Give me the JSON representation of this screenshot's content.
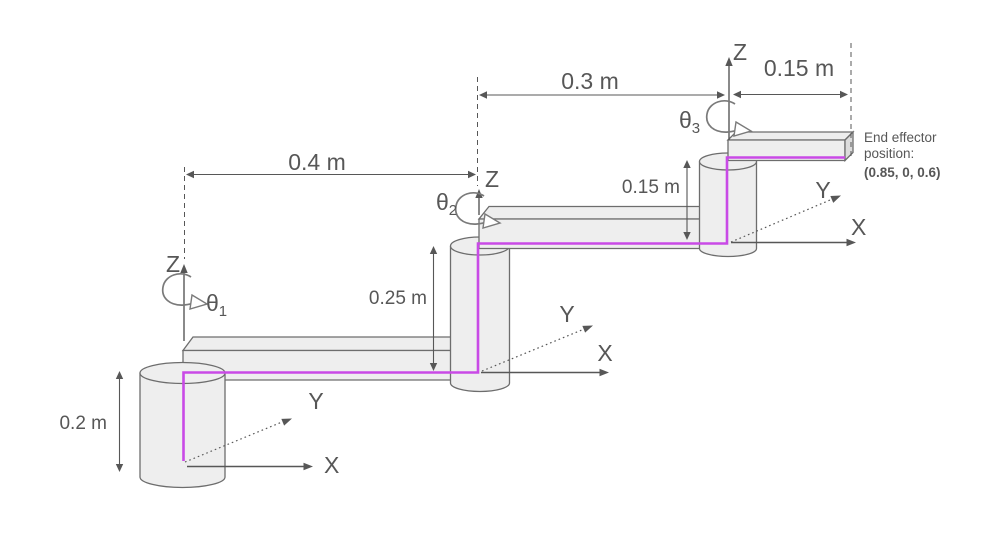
{
  "diagram": {
    "type": "3-dof-robot-arm-kinematic-diagram",
    "colors": {
      "background": "#ffffff",
      "shape_fill": "#eeeeee",
      "shape_side_fill": "#dcdcdc",
      "outline": "#6d6d6d",
      "line_and_text": "#575757",
      "kinematic_trace": "#c94ae6"
    },
    "dimensions": {
      "link1_length": "0.4 m",
      "link2_length": "0.3 m",
      "link3_length": "0.15 m",
      "base_height": "0.2 m",
      "link2_vertical_offset": "0.25 m",
      "link3_vertical_offset": "0.15 m"
    },
    "joints": {
      "joint1": {
        "symbol": "θ",
        "index": "1"
      },
      "joint2": {
        "symbol": "θ",
        "index": "2"
      },
      "joint3": {
        "symbol": "θ",
        "index": "3"
      }
    },
    "frames": {
      "base": {
        "x": "X",
        "y": "Y",
        "z": "Z"
      },
      "joint2": {
        "x": "X",
        "y": "Y",
        "z": "Z"
      },
      "joint3": {
        "x": "X",
        "y": "Y",
        "z": "Z"
      }
    },
    "end_effector": {
      "caption_line1": "End effector",
      "caption_line2": "position:",
      "position": "(0.85, 0, 0.6)"
    }
  }
}
